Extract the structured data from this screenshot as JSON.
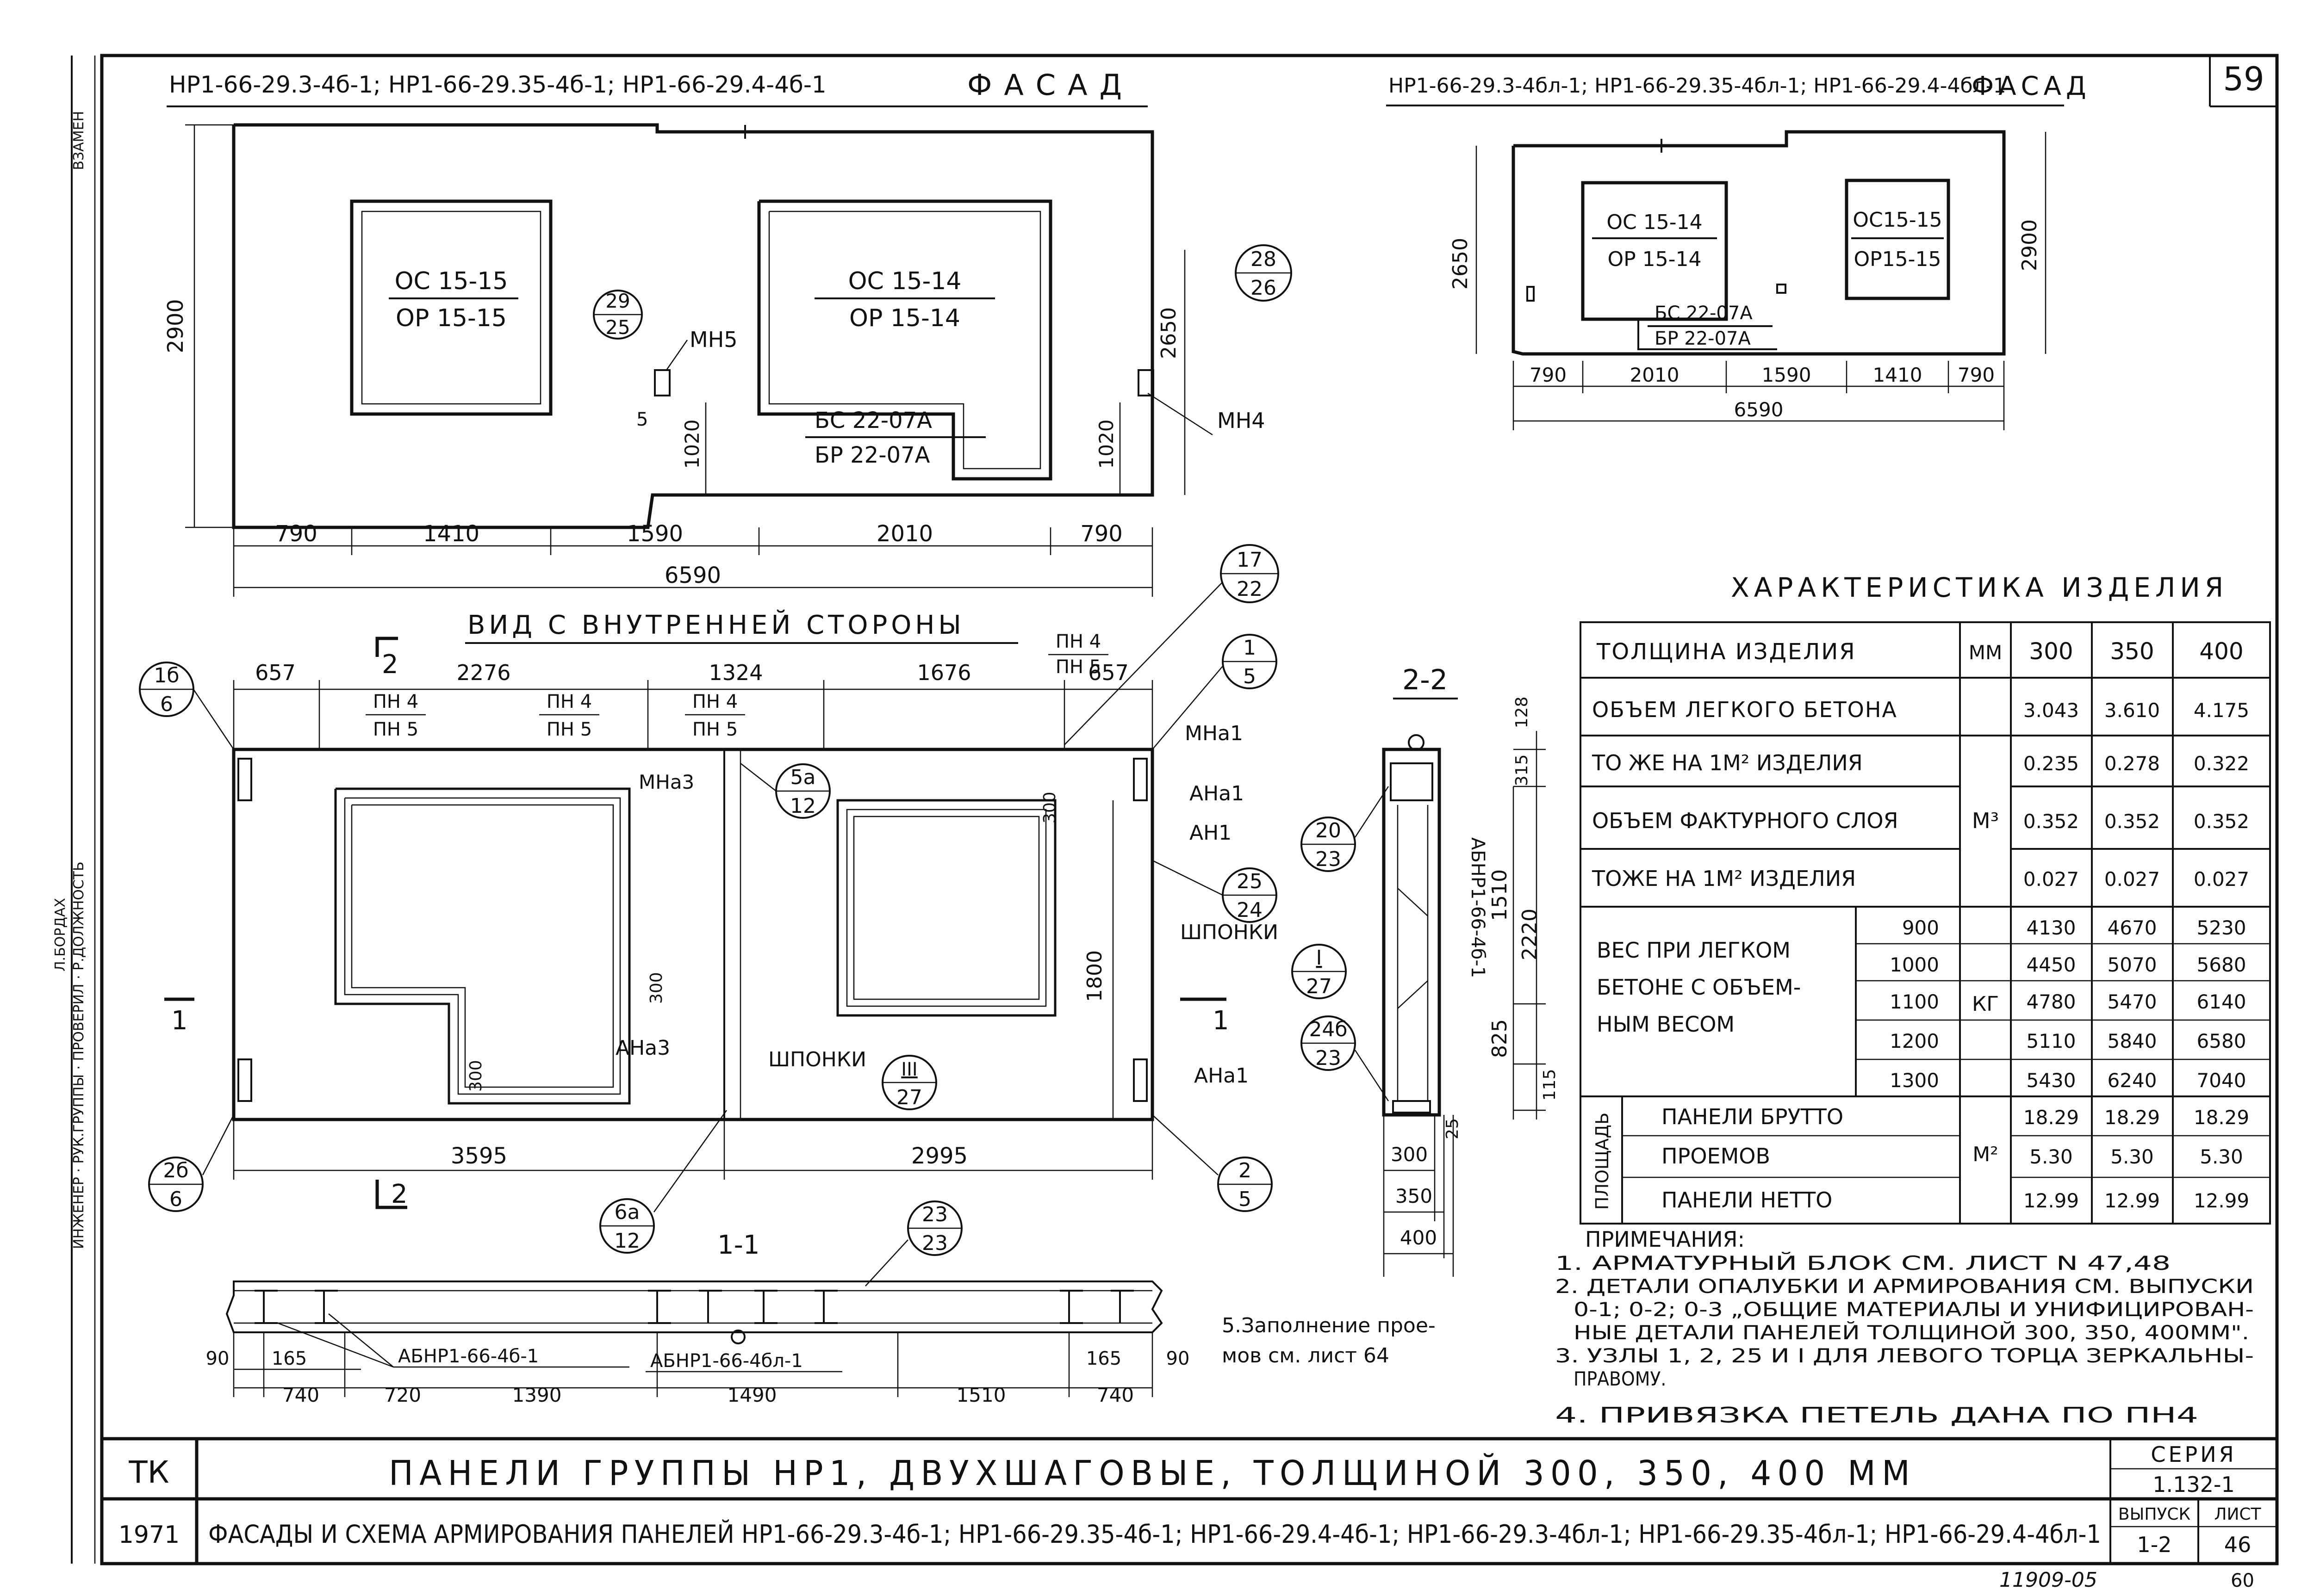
{
  "sheet_number": "59",
  "margin_labels": {
    "vzamen": "ВЗАМЕН",
    "roles": "ИНЖЕНЕР · РУК.ГРУППЫ · ПРОВЕРИЛ · Р.ДОЛЖНОСТЬ",
    "names": "Л.БОРДАХ"
  },
  "facade_left": {
    "title": "НР1-66-29.3-4б-1; НР1-66-29.35-4б-1; НР1-66-29.4-4б-1",
    "word": "ФАСАД",
    "window1_top": "ОС 15-15",
    "window1_bottom": "ОР 15-15",
    "window2_top": "ОС 15-14",
    "window2_bottom": "ОР 15-14",
    "door_top": "БС 22-07А",
    "door_bottom": "БР 22-07А",
    "mn5": "МН5",
    "mn4": "МН4",
    "node_a_top": "29",
    "node_a_bottom": "25",
    "node_b_top": "28",
    "node_b_bottom": "26",
    "dim_height": "2900",
    "dim_2650": "2650",
    "dim_1020a": "1020",
    "dim_1020b": "1020",
    "dim_5": "5",
    "bottom_dims": [
      "790",
      "1410",
      "1590",
      "2010",
      "790"
    ],
    "total": "6590"
  },
  "facade_right": {
    "title": "НР1-66-29.3-4бл-1; НР1-66-29.35-4бл-1; НР1-66-29.4-4бл-1",
    "word": "ФАСАД",
    "window1_top": "ОС 15-14",
    "window1_bottom": "ОР 15-14",
    "window2_top": "ОС15-15",
    "window2_bottom": "ОР15-15",
    "door_top": "БС 22-07А",
    "door_bottom": "БР 22-07А",
    "dim_2650": "2650",
    "dim_2900": "2900",
    "bottom_dims": [
      "790",
      "2010",
      "1590",
      "1410",
      "790"
    ],
    "total": "6590"
  },
  "inner_view": {
    "title": "ВИД С ВНУТРЕННЕЙ СТОРОНЫ",
    "top_dims": [
      "657",
      "2276",
      "1324",
      "1676",
      "657"
    ],
    "pn_labels": [
      {
        "top": "ПН 4",
        "bottom": "ПН 5"
      },
      {
        "top": "ПН 4",
        "bottom": "ПН 5"
      },
      {
        "top": "ПН 4",
        "bottom": "ПН 5"
      },
      {
        "top": "ПН 4",
        "bottom": "ПН 5"
      }
    ],
    "bottom_dims": [
      "3595",
      "2995"
    ],
    "labels": {
      "mna1": "МНа1",
      "ana1_top": "АНа1",
      "an1": "АН1",
      "shponki1": "ШПОНКИ",
      "ana1_bottom": "АНа1",
      "mna3": "МНа3",
      "ana3": "АНа3",
      "shponki3": "ШПОНКИ",
      "d300a": "300",
      "d300b": "300",
      "d300c": "300",
      "d1800": "1800",
      "sec2": "2",
      "sec1": "1"
    },
    "nodes": [
      {
        "top": "1б",
        "bottom": "6"
      },
      {
        "top": "17",
        "bottom": "22"
      },
      {
        "top": "1",
        "bottom": "5"
      },
      {
        "top": "5а",
        "bottom": "12"
      },
      {
        "top": "25",
        "bottom": "24"
      },
      {
        "top": "I",
        "bottom": "27"
      },
      {
        "top": "III",
        "bottom": "27"
      },
      {
        "top": "2б",
        "bottom": "6"
      },
      {
        "top": "2",
        "bottom": "5"
      },
      {
        "top": "6а",
        "bottom": "12"
      },
      {
        "top": "23",
        "bottom": "23"
      }
    ]
  },
  "section_11": {
    "title": "1-1",
    "label_a": "АБНР1-66-4б-1",
    "label_b": "АБНР1-66-4бл-1",
    "dims_small": [
      "90",
      "165",
      "165",
      "90"
    ],
    "dims_big": [
      "740",
      "720",
      "1390",
      "1490",
      "1510",
      "740"
    ]
  },
  "section_22": {
    "title": "2-2",
    "block_label": "АБНР1-66-4б-1",
    "dims": [
      "128",
      "315",
      "1510",
      "2220",
      "825",
      "115",
      "25"
    ],
    "widths": [
      "300",
      "350",
      "400"
    ],
    "nodes": [
      {
        "top": "20",
        "bottom": "23"
      },
      {
        "top": "24б",
        "bottom": "23"
      }
    ]
  },
  "filling_note": "5.Заполнение прое-",
  "filling_note2": "мов см. лист 64",
  "characteristics": {
    "title": "ХАРАКТЕРИСТИКА ИЗДЕЛИЯ",
    "header": {
      "name": "ТОЛЩИНА ИЗДЕЛИЯ",
      "unit": "ММ",
      "c1": "300",
      "c2": "350",
      "c3": "400"
    },
    "rows": [
      {
        "name": "ОБЪЕМ ЛЕГКОГО БЕТОНА",
        "v": [
          "3.043",
          "3.610",
          "4.175"
        ]
      },
      {
        "name": "ТО ЖЕ НА 1М² ИЗДЕЛИЯ",
        "v": [
          "0.235",
          "0.278",
          "0.322"
        ]
      },
      {
        "name": "ОБЪЕМ ФАКТУРНОГО СЛОЯ",
        "v": [
          "0.352",
          "0.352",
          "0.352"
        ]
      },
      {
        "name": "ТОЖЕ НА 1М² ИЗДЕЛИЯ",
        "v": [
          "0.027",
          "0.027",
          "0.027"
        ]
      }
    ],
    "m3": "М³",
    "weight_label": [
      "ВЕС ПРИ ЛЕГКОМ",
      "БЕТОНЕ С ОБЪЕМ-",
      "НЫМ ВЕСОМ"
    ],
    "weight_unit": "КГ",
    "weights": [
      {
        "density": "900",
        "v": [
          "4130",
          "4670",
          "5230"
        ]
      },
      {
        "density": "1000",
        "v": [
          "4450",
          "5070",
          "5680"
        ]
      },
      {
        "density": "1100",
        "v": [
          "4780",
          "5470",
          "6140"
        ]
      },
      {
        "density": "1200",
        "v": [
          "5110",
          "5840",
          "6580"
        ]
      },
      {
        "density": "1300",
        "v": [
          "5430",
          "6240",
          "7040"
        ]
      }
    ],
    "area_label": "ПЛОЩАДЬ",
    "area_unit": "М²",
    "areas": [
      {
        "name": "ПАНЕЛИ БРУТТО",
        "v": [
          "18.29",
          "18.29",
          "18.29"
        ]
      },
      {
        "name": "ПРОЕМОВ",
        "v": [
          "5.30",
          "5.30",
          "5.30"
        ]
      },
      {
        "name": "ПАНЕЛИ НЕТТО",
        "v": [
          "12.99",
          "12.99",
          "12.99"
        ]
      }
    ]
  },
  "notes": {
    "title": "ПРИМЕЧАНИЯ:",
    "lines": [
      "1. АРМАТУРНЫЙ БЛОК СМ. ЛИСТ N 47,48",
      "2. ДЕТАЛИ ОПАЛУБКИ И АРМИРОВАНИЯ СМ. ВЫПУСКИ",
      "0-1; 0-2; 0-3 „ОБЩИЕ МАТЕРИАЛЫ И УНИФИЦИРОВАН-",
      "НЫЕ ДЕТАЛИ ПАНЕЛЕЙ ТОЛЩИНОЙ 300, 350, 400ММ\".",
      "3. УЗЛЫ 1, 2, 25 И I ДЛЯ ЛЕВОГО ТОРЦА ЗЕРКАЛЬНЫ-",
      "ПРАВОМУ.",
      "4. ПРИВЯЗКА ПЕТЕЛЬ ДАНА ПО ПН4"
    ]
  },
  "title_block": {
    "tk": "ТК",
    "year": "1971",
    "title": "ПАНЕЛИ ГРУППЫ НР1, ДВУХШАГОВЫЕ, ТОЛЩИНОЙ 300, 350, 400 ММ",
    "subtitle": "ФАСАДЫ И СХЕМА АРМИРОВАНИЯ ПАНЕЛЕЙ НР1-66-29.3-4б-1; НР1-66-29.35-4б-1; НР1-66-29.4-4б-1; НР1-66-29.3-4бл-1; НР1-66-29.35-4бл-1; НР1-66-29.4-4бл-1",
    "series_label": "СЕРИЯ",
    "series": "1.132-1",
    "issue_label": "ВЫПУСК",
    "issue": "1-2",
    "sheet_label": "ЛИСТ",
    "sheet": "46"
  },
  "footer_number": "11909-05",
  "footer_right": "60"
}
